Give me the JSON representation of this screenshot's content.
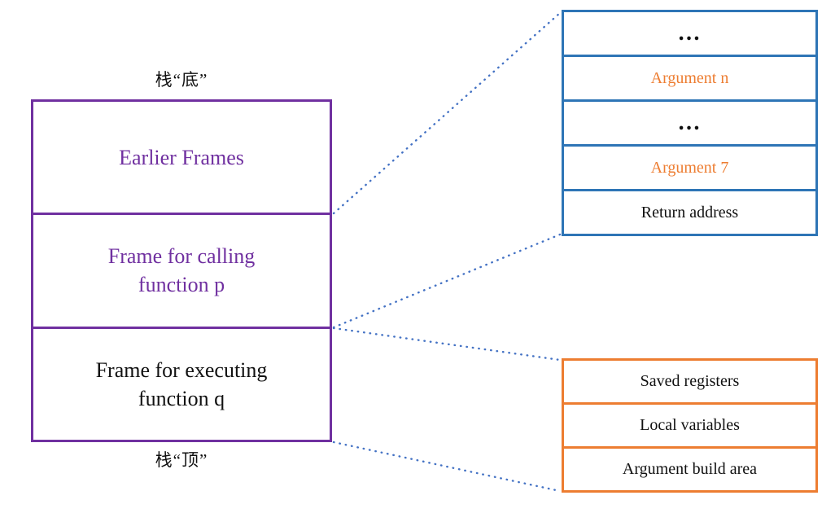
{
  "labels": {
    "stack_bottom": "栈“底”",
    "stack_top": "栈“顶”"
  },
  "stack": {
    "frames": [
      {
        "label": "Earlier Frames"
      },
      {
        "label": "Frame for calling\nfunction p"
      },
      {
        "label": "Frame for executing\nfunction q"
      }
    ]
  },
  "caller_frame_detail": {
    "rows": [
      {
        "label": "…"
      },
      {
        "label": "Argument n"
      },
      {
        "label": "…"
      },
      {
        "label": "Argument 7"
      },
      {
        "label": "Return address"
      }
    ]
  },
  "current_frame_detail": {
    "rows": [
      {
        "label": "Saved registers"
      },
      {
        "label": "Local variables"
      },
      {
        "label": "Argument build area"
      }
    ]
  },
  "colors": {
    "purple": "#7030A0",
    "blue": "#2E75B6",
    "orange": "#ED7D31",
    "connector": "#4472C4",
    "ink": "#111111"
  }
}
